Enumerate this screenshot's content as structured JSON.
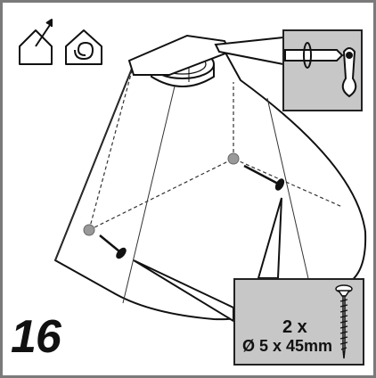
{
  "step": {
    "number": "16"
  },
  "fastener_spec": {
    "quantity": "2 x",
    "dimension": "Ø 5 x 45mm"
  },
  "icons": [
    "ducted-exhaust-icon",
    "recirculation-icon",
    "screwdriver-icon",
    "screw-icon"
  ],
  "colors": {
    "frame": "#7a7a7a",
    "callout_fill": "#c7c7c7",
    "line": "#111111",
    "drill_mark": "#999999"
  }
}
